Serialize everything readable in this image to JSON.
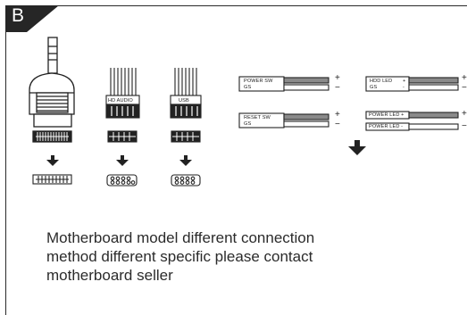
{
  "section": {
    "letter": "B"
  },
  "connectors": {
    "hd_audio_label": "HD AUDIO",
    "usb_label": "USB"
  },
  "front_panel": {
    "power_sw": {
      "line1": "POWER SW",
      "line2": "GS",
      "plus": "+",
      "minus": "−"
    },
    "reset_sw": {
      "line1": "RESET SW",
      "line2": "GS",
      "plus": "+",
      "minus": "−"
    },
    "hdd_led": {
      "line1": "HDD LED",
      "line1_sign": "+",
      "line2": "GS",
      "line2_sign": "-",
      "plus": "+",
      "minus": "−"
    },
    "power_led_plus": {
      "label": "POWER LED +",
      "sign": "+"
    },
    "power_led_minus": {
      "label": "POWER LED -",
      "sign": "−"
    }
  },
  "note": {
    "line1": "Motherboard model different connection",
    "line2": "method different specific please contact",
    "line3": "motherboard seller"
  },
  "colors": {
    "ink": "#222222",
    "corner": "#262626",
    "wire_gray": "#8a8a8a"
  }
}
